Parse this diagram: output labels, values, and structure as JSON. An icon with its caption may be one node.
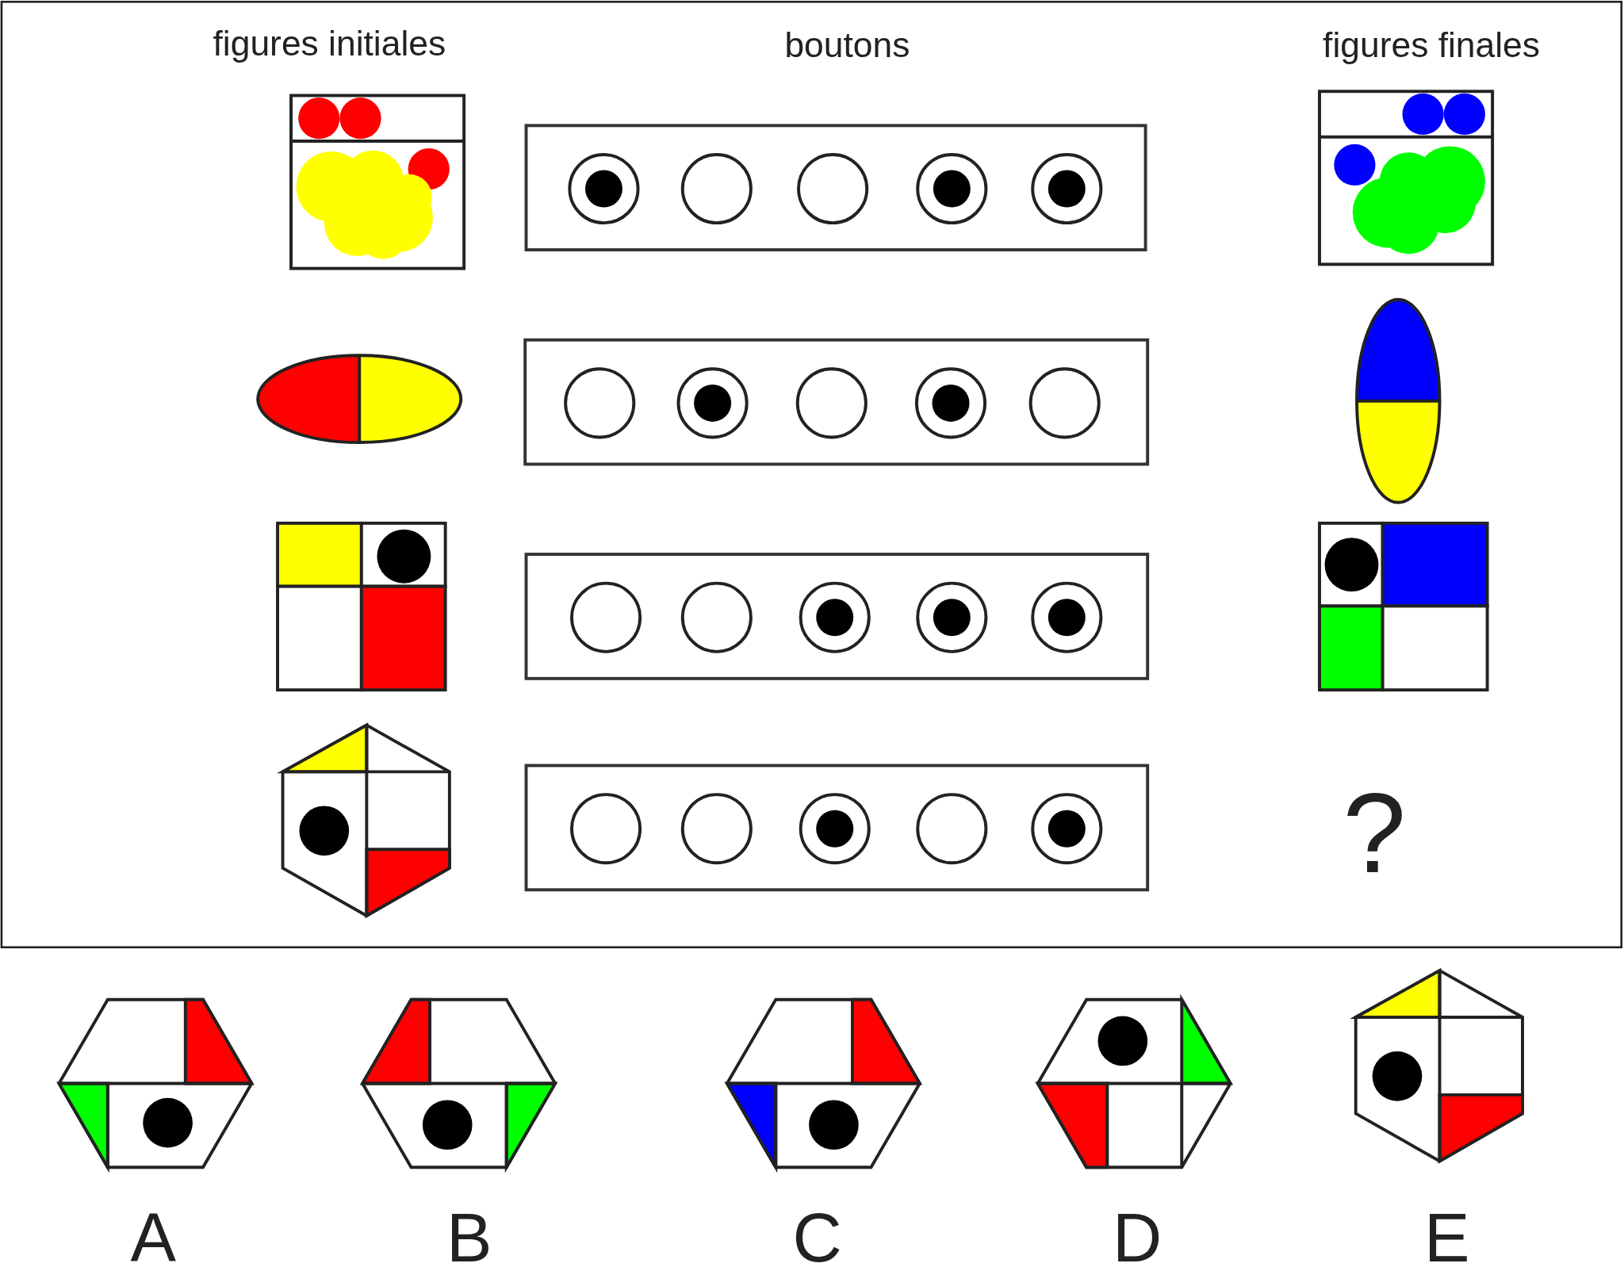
{
  "diagram": {
    "labels": [
      "figures initiales",
      "boutons",
      "figures finales",
      "?",
      "A",
      "B",
      "C",
      "D",
      "E"
    ]
  }
}
